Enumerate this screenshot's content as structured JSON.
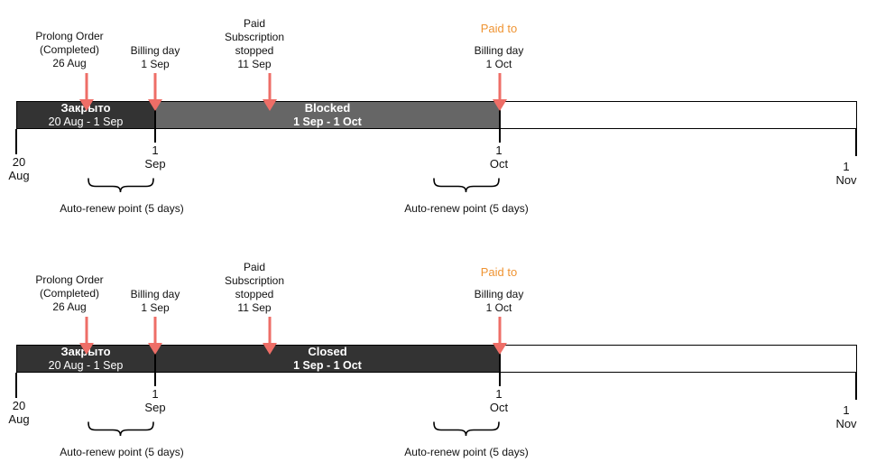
{
  "colors": {
    "dark_segment": "#333333",
    "gray_segment": "#666666",
    "empty_segment": "#ffffff",
    "arrow_red": "#ee6e67",
    "paid_to_orange": "#ef9433",
    "line_black": "#000000",
    "bar_text": "#ffffff"
  },
  "timelines": [
    {
      "id": "blocked-scenario",
      "annotations": {
        "prolong": "Prolong Order\n(Completed)\n26 Aug",
        "billing_sep": "Billing day\n1 Sep",
        "stopped": "Paid\nSubscription\nstopped\n11 Sep",
        "paid_to": "Paid to",
        "billing_oct": "Billing day\n1 Oct"
      },
      "bar": {
        "segment1": {
          "title": "Закрыто",
          "dates": "20 Aug - 1 Sep"
        },
        "segment2": {
          "title": "Blocked",
          "dates": "1 Sep - 1 Oct"
        }
      },
      "axis": {
        "aug20": "20\nAug",
        "sep1": "1\nSep",
        "oct1": "1\nOct",
        "nov1": "1 Nov"
      },
      "braces": {
        "left": "Auto-renew point (5 days)",
        "right": "Auto-renew point (5 days)"
      }
    },
    {
      "id": "closed-scenario",
      "annotations": {
        "prolong": "Prolong Order\n(Completed)\n26 Aug",
        "billing_sep": "Billing day\n1 Sep",
        "stopped": "Paid\nSubscription\nstopped\n11 Sep",
        "paid_to": "Paid to",
        "billing_oct": "Billing day\n1 Oct"
      },
      "bar": {
        "segment1": {
          "title": "Закрыто",
          "dates": "20 Aug - 1 Sep"
        },
        "segment2": {
          "title": "Closed",
          "dates": "1 Sep - 1 Oct"
        }
      },
      "axis": {
        "aug20": "20\nAug",
        "sep1": "1\nSep",
        "oct1": "1\nOct",
        "nov1": "1 Nov"
      },
      "braces": {
        "left": "Auto-renew point (5 days)",
        "right": "Auto-renew point (5 days)"
      }
    }
  ]
}
